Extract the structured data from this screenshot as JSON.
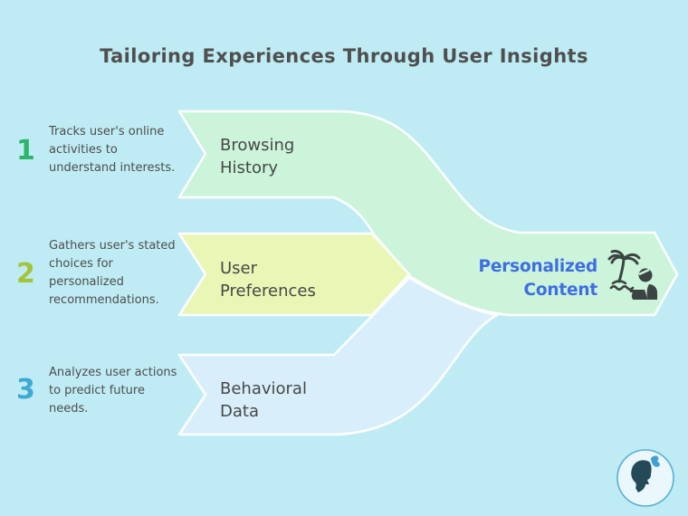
{
  "title": "Tailoring Experiences Through User Insights",
  "colors": {
    "background": "#bfecf4",
    "band_browsing": "#cbf4da",
    "band_preferences": "#e9f6b6",
    "band_behavioral": "#d8effb",
    "band_merged": "#cbf4da",
    "outline": "#fdfefd",
    "title_text": "#4f4f4f",
    "body_text": "#4d4d4d",
    "label_text": "#474747",
    "step1_number": "#2eb56b",
    "step2_number": "#a2c53b",
    "step3_number": "#3ea9d6",
    "result_text": "#3f6ee2",
    "icon_dark": "#3b4442",
    "logo_border": "#56b0d4",
    "logo_bg": "#eaf7fc",
    "logo_head": "#244a57",
    "logo_butterfly": "#3f9fd0"
  },
  "steps": [
    {
      "number": "1",
      "description": "Tracks user's online activities to understand interests."
    },
    {
      "number": "2",
      "description": "Gathers user's stated choices for personalized recommendations."
    },
    {
      "number": "3",
      "description": "Analyzes user actions to predict future needs."
    }
  ],
  "streams": [
    {
      "label": "Browsing History"
    },
    {
      "label": "User Preferences"
    },
    {
      "label": "Behavioral Data"
    }
  ],
  "result": {
    "label": "Personalized Content",
    "icon": "workation-palm-laptop-icon"
  },
  "logo": {
    "icon": "woman-butterfly-logo"
  }
}
